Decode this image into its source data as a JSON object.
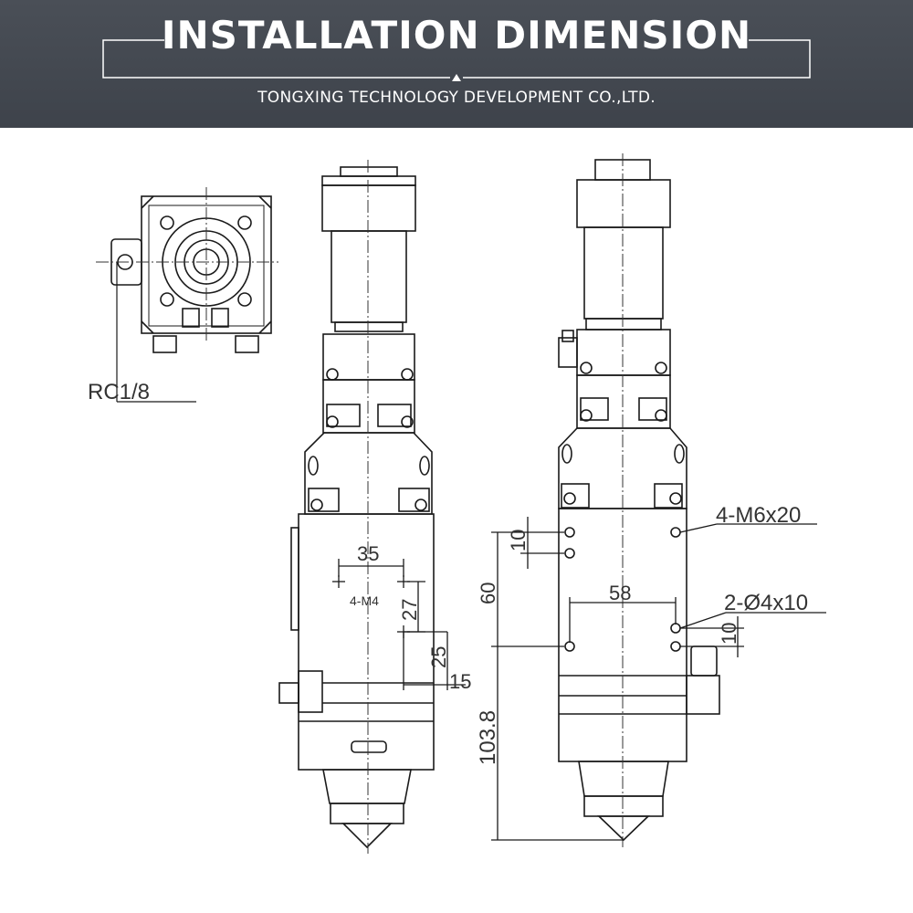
{
  "header": {
    "title": "INSTALLATION DIMENSION",
    "subtitle": "TONGXING TECHNOLOGY DEVELOPMENT CO.,LTD."
  },
  "labels": {
    "thread": "RC1/8",
    "dim_35": "35",
    "hole_m4": "4-M4",
    "dim_27": "27",
    "dim_25": "25",
    "dim_15": "15",
    "holes_m6": "4-M6x20",
    "dim_10_top": "10",
    "dim_60": "60",
    "dim_58": "58",
    "holes_dia4": "2-Ø4x10",
    "dim_10_right": "10",
    "dim_103_8": "103.8"
  },
  "colors": {
    "header_bg": "#42474f",
    "line": "#1a1a1a",
    "text": "#333333"
  }
}
